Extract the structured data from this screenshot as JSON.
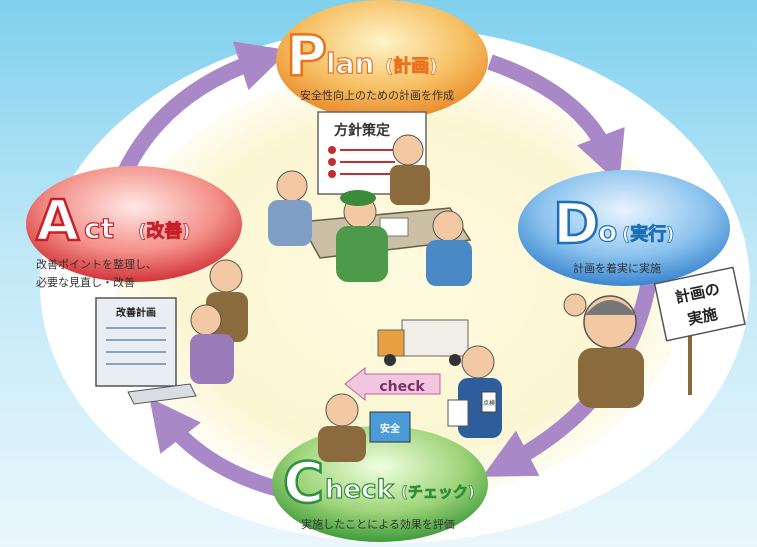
{
  "phases": {
    "plan": {
      "big": "P",
      "rest": "lan",
      "sub": "(計画)",
      "desc": "安全性向上のための計画を作成"
    },
    "do": {
      "big": "D",
      "rest": "o",
      "sub": "(実行)",
      "desc": "計画を着実に実施"
    },
    "check": {
      "big": "C",
      "rest": "heck",
      "sub": "(チェック)",
      "desc": "実施したことによる効果を評価"
    },
    "act": {
      "big": "A",
      "rest": "ct",
      "sub": "(改善)",
      "desc_line1": "改善ポイントを整理し、",
      "desc_line2": "必要な見直し・改善"
    }
  },
  "illustrations": {
    "plan_board": "方針策定",
    "do_sign_line1": "計画の",
    "do_sign_line2": "実施",
    "check_arrow": "check",
    "check_screen": "安全",
    "check_badge": "点検",
    "act_screen": "改善計画"
  },
  "colors": {
    "plan": "#e8731f",
    "do": "#1d6fb8",
    "check": "#2f8f3a",
    "act": "#c8202a",
    "cycle_arrow": "#a888c6",
    "ellipse_fill": "#f7f3c8"
  }
}
